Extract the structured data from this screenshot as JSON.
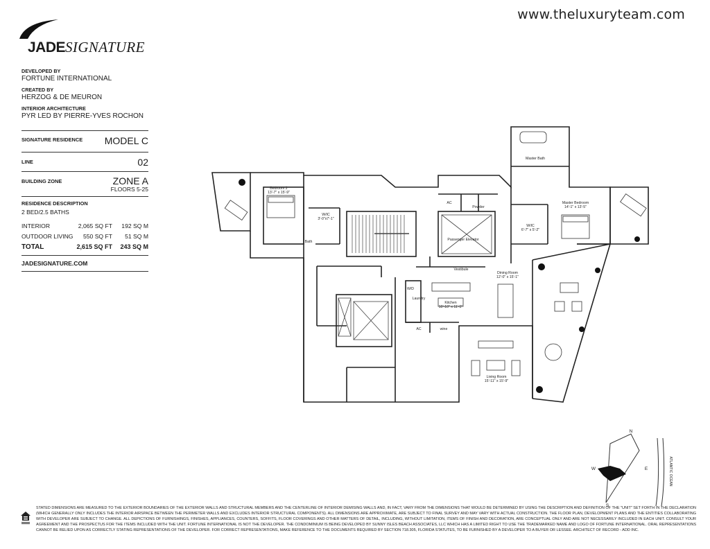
{
  "header": {
    "website": "www.theluxuryteam.com"
  },
  "brand": {
    "name_bold": "JADE",
    "name_italic": "SIGNATURE"
  },
  "credits": [
    {
      "label": "DEVELOPED BY",
      "value": "FORTUNE INTERNATIONAL"
    },
    {
      "label": "CREATED BY",
      "value": "HERZOG & DE MEURON"
    },
    {
      "label": "INTERIOR ARCHITECTURE",
      "value": "PYR LED BY PIERRE-YVES ROCHON"
    }
  ],
  "specs": {
    "residence_label": "SIGNATURE RESIDENCE",
    "model": "MODEL C",
    "line_label": "LINE",
    "line": "02",
    "zone_label": "BUILDING ZONE",
    "zone": "ZONE A",
    "floors": "FLOORS 5-25",
    "description_label": "RESIDENCE DESCRIPTION",
    "description": "2 BED/2.5 BATHS",
    "areas": [
      {
        "name": "INTERIOR",
        "sqft": "2,065 SQ FT",
        "sqm": "192 SQ M"
      },
      {
        "name": "OUTDOOR LIVING",
        "sqft": "550 SQ FT",
        "sqm": "51 SQ M"
      }
    ],
    "total": {
      "name": "TOTAL",
      "sqft": "2,615 SQ FT",
      "sqm": "243 SQ M"
    },
    "web": "JADESIGNATURE.COM"
  },
  "rooms": {
    "bedroom2": {
      "name": "Bedroom 2",
      "dim": "13'-7\" x 15'-9\""
    },
    "wic_small": {
      "name": "W/IC",
      "dim": "3'-0\"x7'-1\""
    },
    "bath": {
      "name": "Bath"
    },
    "ac1": {
      "name": "AC"
    },
    "powder": {
      "name": "Powder"
    },
    "elevator": {
      "name": "Passenger Elevator"
    },
    "master_bath": {
      "name": "Master Bath"
    },
    "master_bedroom": {
      "name": "Master Bedroom",
      "dim": "14'-1\" x 13'-5\""
    },
    "wic_master": {
      "name": "W/IC",
      "dim": "6'-7\" x 5'-2\""
    },
    "vestibule": {
      "name": "Vestibule"
    },
    "dining": {
      "name": "Dining Room",
      "dim": "12'-0\" x 15'-1\""
    },
    "wd": {
      "name": "W/D"
    },
    "laundry": {
      "name": "Laundry"
    },
    "kitchen": {
      "name": "Kitchen",
      "dim": "10'-10\" x 11'-5\""
    },
    "ac2": {
      "name": "AC"
    },
    "wine": {
      "name": "wine"
    },
    "living": {
      "name": "Living Room",
      "dim": "15'-11\" x 15'-9\""
    }
  },
  "compass": {
    "n": "N",
    "s": "S",
    "e": "E",
    "w": "W",
    "ocean": "ATLANTIC OCEAN"
  },
  "disclaimer": "STATED DIMENSIONS ARE MEASURED TO THE EXTERIOR BOUNDARIES OF THE EXTERIOR WALLS AND STRUCTURAL MEMBERS AND THE CENTERLINE OF INTERIOR DEMISING WALLS AND, IN FACT, VARY FROM THE DIMENSIONS THAT WOULD BE DETERMINED BY USING THE DESCRIPTION AND DEFINITION OF THE \"UNIT\" SET FORTH IN THE DECLARATION (WHICH GENERALLY ONLY INCLUDES THE INTERIOR AIRSPACE BETWEEN THE PERIMETER WALLS AND EXCLUDES INTERIOR STRUCTURAL COMPONENTS). ALL DIMENSIONS ARE APPROXIMATE, ARE SUBJECT TO FINAL SURVEY AND MAY VARY WITH ACTUAL CONSTRUCTION. THE FLOOR PLAN, DEVELOPMENT PLANS AND THE ENTITIES COLLABORATING WITH DEVELOPER ARE SUBJECT TO CHANGE. ALL DEPICTIONS OF FURNISHINGS, FINISHES, APPLIANCES, COUNTERS, SOFFITS, FLOOR COVERINGS AND OTHER MATTERS OF DETAIL, INCLUDING, WITHOUT LIMITATION, ITEMS OF FINISH AND DECORATION, ARE CONCEPTUAL ONLY AND ARE NOT NECESSARILY INCLUDED IN EACH UNIT. CONSULT YOUR AGREEMENT AND THE PROSPECTUS FOR THE ITEMS INCLUDED WITH THE UNIT. FORTUNE INTERNATIONAL IS NOT THE DEVELOPER. THE CONDOMINIUM IS BEING DEVELOPED BY SUNNY ISLES BEACH ASSOCIATES, LLC WHICH HAS A LIMITED RIGHT TO USE THE TRADEMARKED NAME AND LOGO OF FORTUNE INTERNATIONAL. ORAL REPRESENTATIONS CANNOT BE RELIED UPON AS CORRECTLY STATING REPRESENTATIONS OF THE DEVELOPER. FOR CORRECT REPRESENTATIONS, MAKE REFERENCE TO THE DOCUMENTS REQUIRED BY SECTION 718.305, FLORIDA STATUTES, TO BE FURNISHED BY A DEVELOPER TO A BUYER OR LESSEE. ARCHITECT OF RECORD - ADD INC."
}
